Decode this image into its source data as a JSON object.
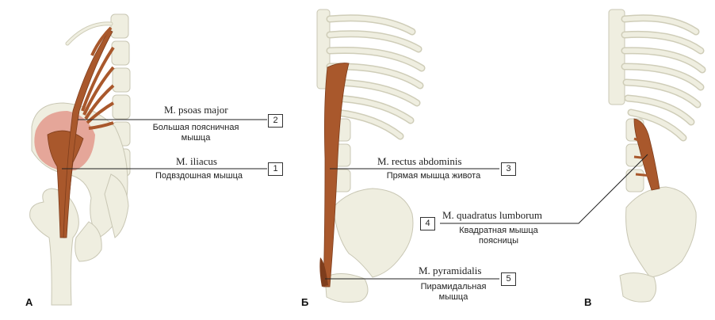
{
  "panels": [
    "А",
    "Б",
    "В"
  ],
  "labels": [
    {
      "num": "1",
      "latin": "M. iliacus",
      "russian": "Подвздошная мышца"
    },
    {
      "num": "2",
      "latin": "M. psoas major",
      "russian": "Большая поясничная мышца"
    },
    {
      "num": "3",
      "latin": "M. rectus abdominis",
      "russian": "Прямая мышца живота"
    },
    {
      "num": "4",
      "latin": "M. quadratus lumborum",
      "russian": "Квадратная мышца поясницы"
    },
    {
      "num": "5",
      "latin": "M. pyramidalis",
      "russian": "Пирамидальная мышца"
    }
  ],
  "colors": {
    "bone": "#efeee0",
    "bone_edge": "#c9c7b4",
    "muscle": "#a9582c",
    "muscle_dark": "#7e3d1c",
    "iliac_fossa": "#e3998c"
  }
}
